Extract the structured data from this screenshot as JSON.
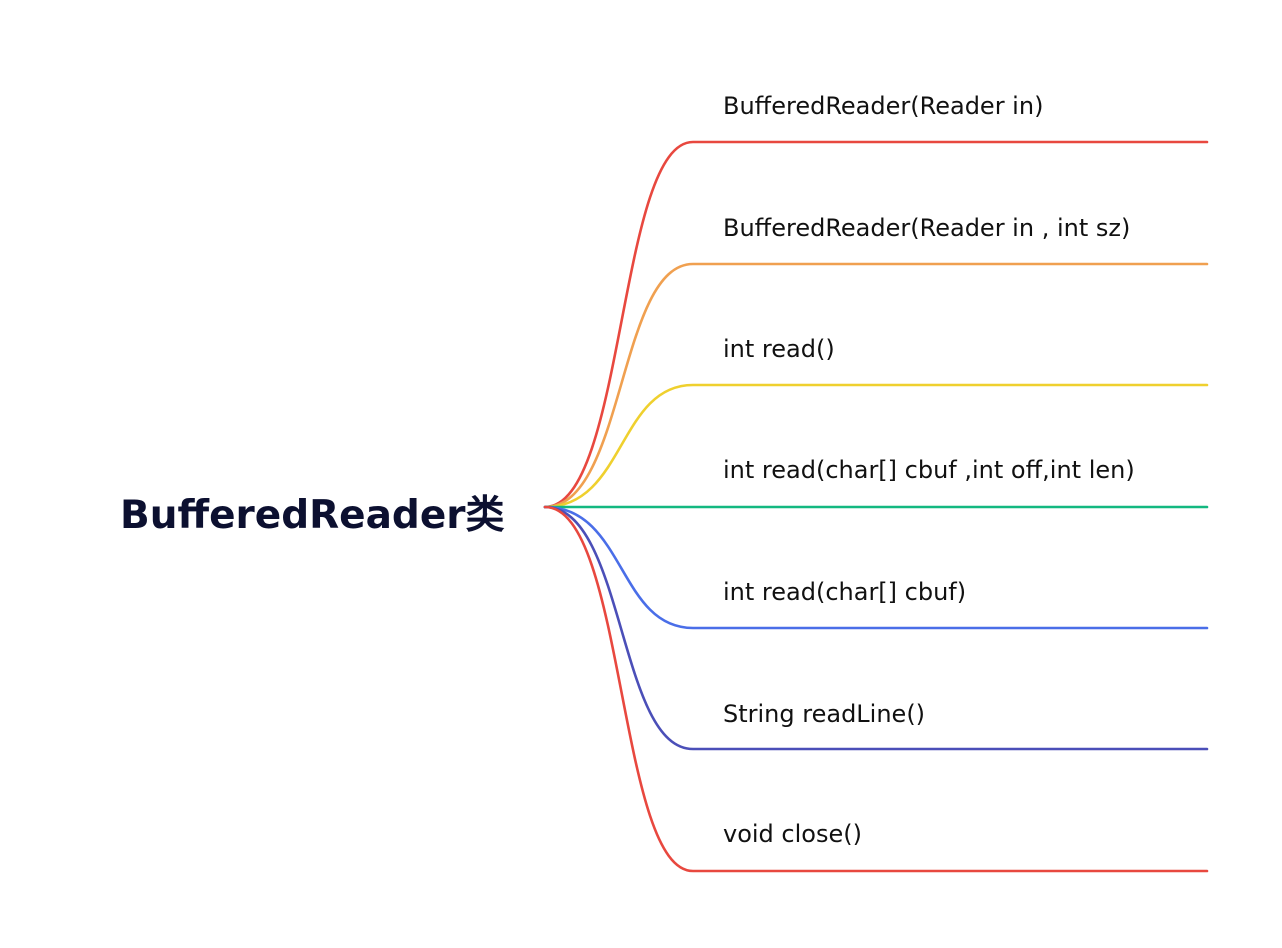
{
  "root": {
    "label": "BufferedReader类"
  },
  "branches": [
    {
      "label": "BufferedReader(Reader in)",
      "color": "#e8483f"
    },
    {
      "label": "BufferedReader(Reader in , int sz)",
      "color": "#f0a050"
    },
    {
      "label": "int read()",
      "color": "#efd02e"
    },
    {
      "label": "int read(char[] cbuf ,int off,int len)",
      "color": "#13b880"
    },
    {
      "label": "int read(char[] cbuf)",
      "color": "#4a6ee8"
    },
    {
      "label": "String readLine()",
      "color": "#4b4fb8"
    },
    {
      "label": "void close()",
      "color": "#e8483f"
    }
  ]
}
